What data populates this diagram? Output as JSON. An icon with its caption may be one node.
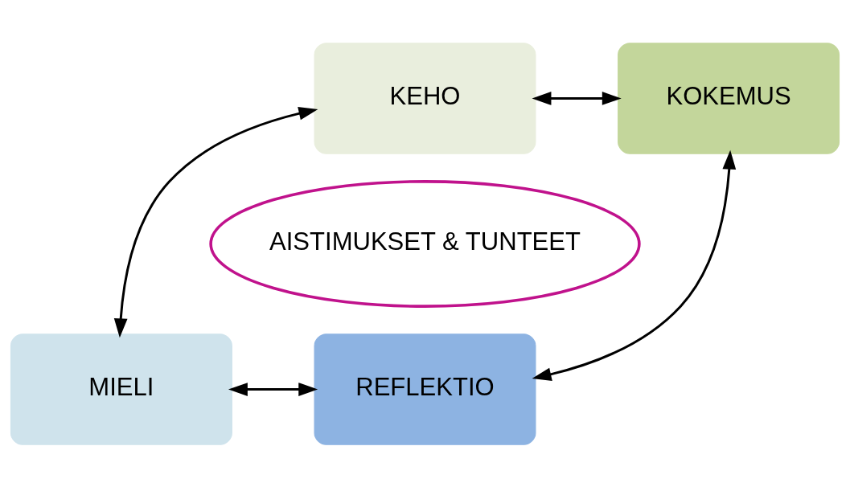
{
  "diagram": {
    "nodes": [
      {
        "text": [
          "KEHO"
        ]
      },
      {
        "text": [
          "KOKEMUS"
        ]
      },
      {
        "text": [
          "AISTIMUKSET & TUNTEET"
        ]
      },
      {
        "text": [
          "MIELI"
        ]
      },
      {
        "text": [
          "REFLEKTIO"
        ]
      }
    ],
    "edges": [
      {
        "from": 0,
        "to": 1,
        "arrow": "both"
      },
      {
        "from": 0,
        "to": 3,
        "arrow": "both"
      },
      {
        "from": 1,
        "to": 4,
        "arrow": "both"
      },
      {
        "from": 3,
        "to": 4,
        "arrow": "both"
      }
    ]
  }
}
